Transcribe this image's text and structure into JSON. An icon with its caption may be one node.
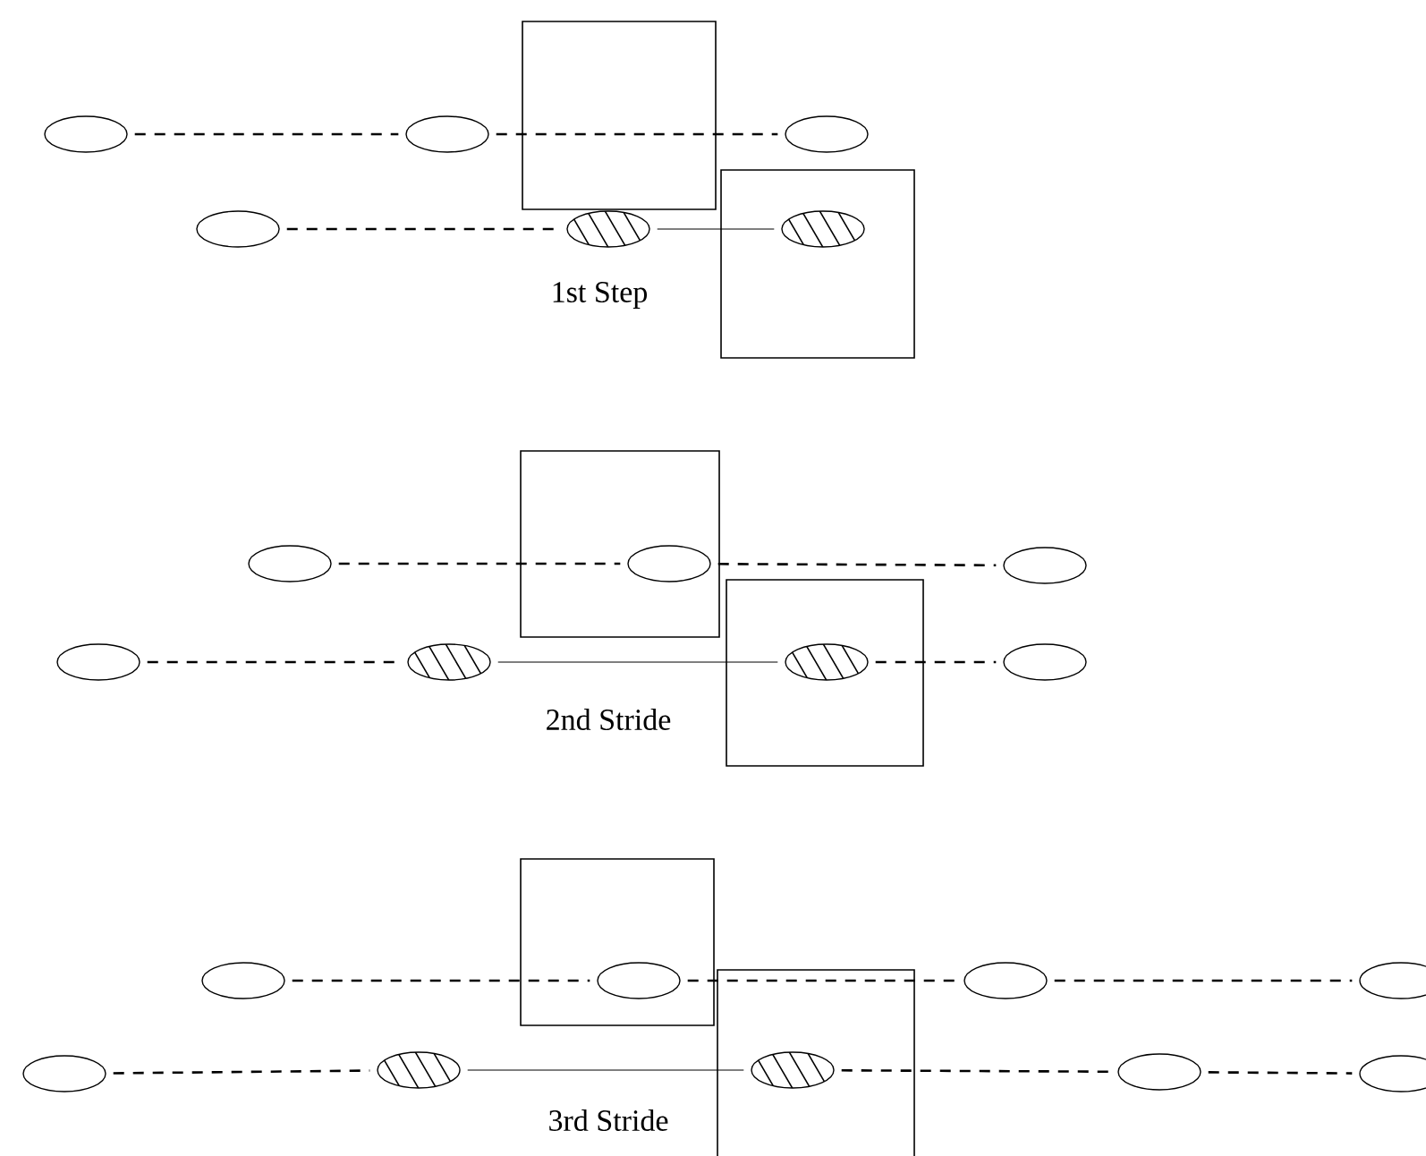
{
  "diagram": {
    "nodes": [
      {
        "text": [],
        "shape": "ellipse"
      },
      {
        "text": [],
        "shape": "ellipse"
      },
      {
        "text": [],
        "shape": "ellipse"
      },
      {
        "text": [],
        "shape": "ellipse"
      },
      {
        "text": [],
        "shape": "ellipse"
      },
      {
        "text": [],
        "shape": "ellipse"
      },
      {
        "text": [],
        "shape": "ellipse"
      },
      {
        "text": [],
        "shape": "ellipse"
      },
      {
        "text": [],
        "shape": "ellipse"
      },
      {
        "text": [],
        "shape": "ellipse"
      },
      {
        "text": [],
        "shape": "ellipse"
      },
      {
        "text": [],
        "shape": "ellipse"
      },
      {
        "text": [],
        "shape": "ellipse"
      },
      {
        "text": [],
        "shape": "ellipse"
      },
      {
        "text": [],
        "shape": "ellipse"
      },
      {
        "text": [],
        "shape": "ellipse"
      },
      {
        "text": [],
        "shape": "ellipse"
      },
      {
        "text": [],
        "shape": "ellipse"
      },
      {
        "text": [],
        "shape": "ellipse"
      },
      {
        "text": [],
        "shape": "ellipse"
      },
      {
        "text": [],
        "shape": "ellipse"
      },
      {
        "text": [],
        "shape": "ellipse"
      }
    ],
    "edges": [
      {
        "from": 0,
        "to": 1,
        "arrow": "none",
        "style": "dashed"
      },
      {
        "from": 1,
        "to": 2,
        "arrow": "none",
        "style": "dashed"
      },
      {
        "from": 3,
        "to": 4,
        "arrow": "none",
        "style": "dashed"
      },
      {
        "from": 4,
        "to": 5,
        "arrow": "none"
      },
      {
        "from": 6,
        "to": 7,
        "arrow": "none",
        "style": "dashed"
      },
      {
        "from": 7,
        "to": 8,
        "arrow": "none",
        "style": "dashed"
      },
      {
        "from": 9,
        "to": 10,
        "arrow": "none",
        "style": "dashed"
      },
      {
        "from": 10,
        "to": 11,
        "arrow": "none"
      },
      {
        "from": 11,
        "to": 12,
        "arrow": "none",
        "style": "dashed"
      },
      {
        "from": 13,
        "to": 14,
        "arrow": "none",
        "style": "dashed"
      },
      {
        "from": 14,
        "to": 15,
        "arrow": "none",
        "style": "dashed"
      },
      {
        "from": 15,
        "to": 16,
        "arrow": "none",
        "style": "dashed"
      },
      {
        "from": 17,
        "to": 18,
        "arrow": "none",
        "style": "dashed"
      },
      {
        "from": 18,
        "to": 19,
        "arrow": "none"
      },
      {
        "from": 19,
        "to": 20,
        "arrow": "none",
        "style": "dashed"
      },
      {
        "from": 20,
        "to": 21,
        "arrow": "none",
        "style": "dashed"
      }
    ],
    "labels": [
      "1st Step",
      "2nd Stride",
      "3rd Stride"
    ]
  }
}
